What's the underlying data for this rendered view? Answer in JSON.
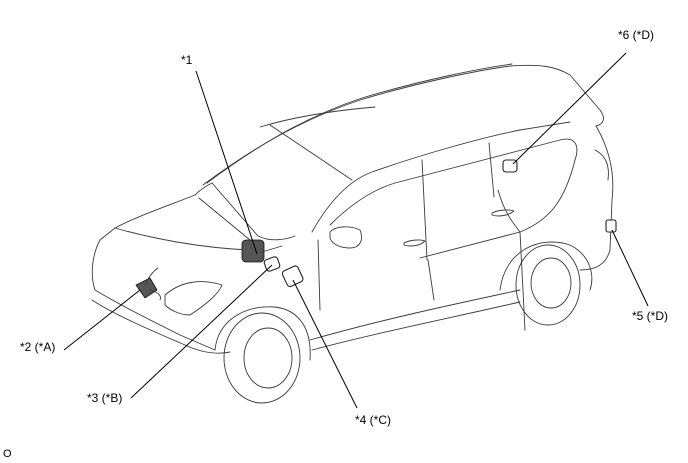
{
  "diagram": {
    "type": "component-location-illustration",
    "subject": "SUV vehicle outline with component locations",
    "callouts": [
      {
        "id": "1",
        "label": "*1"
      },
      {
        "id": "2",
        "label": "*2 (*A)"
      },
      {
        "id": "3",
        "label": "*3 (*B)"
      },
      {
        "id": "4",
        "label": "*4 (*C)"
      },
      {
        "id": "5",
        "label": "*5 (*D)"
      },
      {
        "id": "6",
        "label": "*6 (*D)"
      }
    ],
    "footer_mark": "O"
  }
}
